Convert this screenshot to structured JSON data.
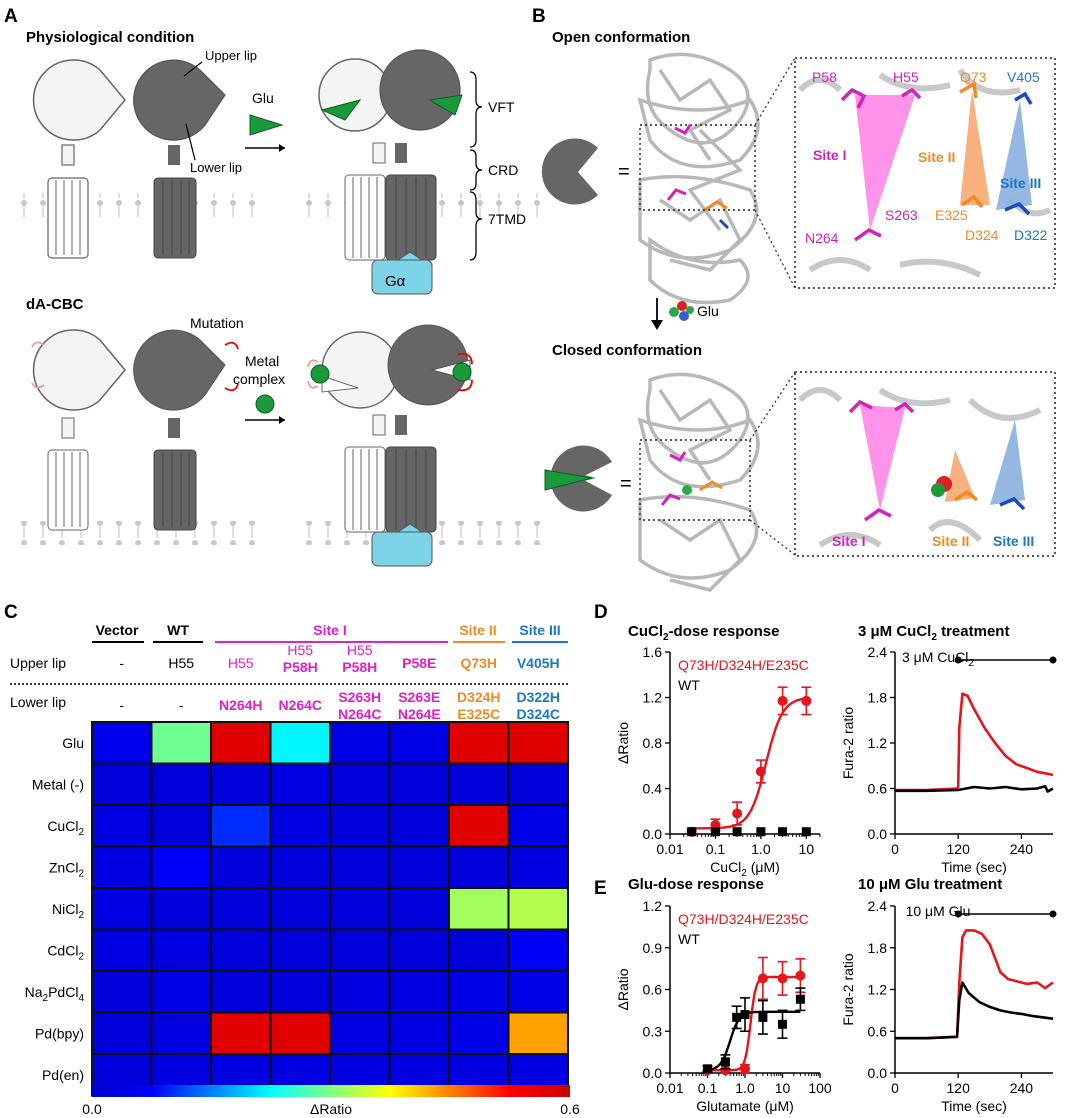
{
  "panels": {
    "a": "A",
    "b": "B",
    "c": "C",
    "d": "D",
    "e": "E"
  },
  "panel_a": {
    "physiological_title": "Physiological condition",
    "upper_lip": "Upper lip",
    "lower_lip": "Lower lip",
    "glu": "Glu",
    "vft": "VFT",
    "crd": "CRD",
    "tmd": "7TMD",
    "g_alpha": "Gα",
    "dacbc_title": "dA-CBC",
    "mutation": "Mutation",
    "metal_complex_1": "Metal",
    "metal_complex_2": "complex"
  },
  "panel_b": {
    "open_title": "Open conformation",
    "closed_title": "Closed conformation",
    "glu": "Glu",
    "equals": "=",
    "residues": {
      "p58": "P58",
      "h55": "H55",
      "q73": "Q73",
      "v405": "V405",
      "n264": "N264",
      "s263": "S263",
      "e325": "E325",
      "d324": "D324",
      "d322": "D322"
    },
    "site1": "Site I",
    "site2": "Site II",
    "site3": "Site III"
  },
  "panel_c": {
    "row_label_upper": "Upper lip",
    "row_label_lower": "Lower lip",
    "groups": {
      "vector": "Vector",
      "wt": "WT",
      "site1": "Site I",
      "site2": "Site II",
      "site3": "Site III"
    },
    "colors": {
      "site1": "#e020c8",
      "site2": "#f08a24",
      "site3": "#1a78c8",
      "black": "#000000"
    },
    "columns": [
      {
        "upper1": "-",
        "upper2": "",
        "lower1": "-",
        "lower2": ""
      },
      {
        "upper1": "H55",
        "upper2": "",
        "lower1": "-",
        "lower2": ""
      },
      {
        "upper1": "H55",
        "upper2": "",
        "lower1": "N264H",
        "lower2": ""
      },
      {
        "upper1": "H55",
        "upper2": "P58H",
        "lower1": "N264C",
        "lower2": ""
      },
      {
        "upper1": "H55",
        "upper2": "P58H",
        "lower1": "S263H",
        "lower2": "N264C"
      },
      {
        "upper1": "P58E",
        "upper2": "",
        "lower1": "S263E",
        "lower2": "N264E"
      },
      {
        "upper1": "Q73H",
        "upper2": "",
        "lower1": "D324H",
        "lower2": "E325C"
      },
      {
        "upper1": "V405H",
        "upper2": "",
        "lower1": "D322H",
        "lower2": "D324C"
      }
    ],
    "rows": [
      {
        "name": "Glu",
        "sub": ""
      },
      {
        "name": "Metal (-)",
        "sub": ""
      },
      {
        "name": "CuCl",
        "sub": "2"
      },
      {
        "name": "ZnCl",
        "sub": "2"
      },
      {
        "name": "NiCl",
        "sub": "2"
      },
      {
        "name": "CdCl",
        "sub": "2"
      },
      {
        "name": "Na",
        "sub": "2",
        "tail": "PdCl",
        "sub2": "4"
      },
      {
        "name": "Pd(bpy)",
        "sub": ""
      },
      {
        "name": "Pd(en)",
        "sub": ""
      }
    ],
    "values": [
      [
        0.05,
        0.29,
        0.57,
        0.22,
        0.04,
        0.04,
        0.57,
        0.57
      ],
      [
        0.02,
        0.02,
        0.02,
        0.03,
        0.02,
        0.02,
        0.02,
        0.02
      ],
      [
        0.03,
        0.02,
        0.1,
        0.03,
        0.02,
        0.02,
        0.57,
        0.04
      ],
      [
        0.03,
        0.07,
        0.02,
        0.02,
        0.02,
        0.02,
        0.02,
        0.03
      ],
      [
        0.03,
        0.02,
        0.02,
        0.02,
        0.02,
        0.02,
        0.32,
        0.33
      ],
      [
        0.03,
        0.03,
        0.02,
        0.02,
        0.02,
        0.02,
        0.02,
        0.06
      ],
      [
        0.02,
        0.04,
        0.02,
        0.02,
        0.03,
        0.03,
        0.04,
        0.04
      ],
      [
        0.02,
        0.03,
        0.57,
        0.57,
        0.03,
        0.03,
        0.04,
        0.43
      ],
      [
        0.02,
        0.03,
        0.03,
        0.03,
        0.03,
        0.03,
        0.03,
        0.03
      ]
    ],
    "colorbar": {
      "min": "0.0",
      "max": "0.6",
      "label": "ΔRatio",
      "vmin": 0,
      "vmax": 0.6
    }
  },
  "panel_d": {
    "left_title": "CuCl",
    "left_title_sub": "2",
    "left_title_tail": "-dose response",
    "right_title": "3 μM CuCl",
    "right_title_sub": "2",
    "right_title_tail": " treatment",
    "treatment_label": "3 μM CuCl",
    "treatment_label_sub": "2"
  },
  "panel_e": {
    "left_title": "Glu-dose response",
    "right_title": "10 μM Glu treatment",
    "treatment_label": "10 μM Glu"
  },
  "chart_data": [
    {
      "id": "d-dose",
      "type": "scatter",
      "title": "CuCl2-dose response",
      "xlabel": "CuCl2 (μM)",
      "ylabel": "ΔRatio",
      "xscale": "log",
      "xlim": [
        0.01,
        20
      ],
      "ylim": [
        0,
        1.6
      ],
      "xticks": [
        "0.01",
        "0.1",
        "1.0",
        "10"
      ],
      "yticks": [
        "0.0",
        "0.4",
        "0.8",
        "1.2",
        "1.6"
      ],
      "series": [
        {
          "name": "Q73H/D324H/E235C",
          "color": "#e8141c",
          "marker": "circle",
          "x": [
            0.03,
            0.1,
            0.3,
            1.0,
            3.0,
            10.0
          ],
          "y": [
            0.02,
            0.08,
            0.18,
            0.55,
            1.17,
            1.17
          ],
          "err": [
            0.02,
            0.05,
            0.1,
            0.1,
            0.12,
            0.12
          ],
          "fit": {
            "bottom": 0.05,
            "top": 1.2,
            "ec50": 1.3,
            "hill": 2.4
          }
        },
        {
          "name": "WT",
          "color": "#000000",
          "marker": "square",
          "x": [
            0.03,
            0.1,
            0.3,
            1.0,
            3.0,
            10.0
          ],
          "y": [
            0.02,
            0.02,
            0.02,
            0.02,
            0.02,
            0.02
          ],
          "err": [
            0,
            0,
            0,
            0,
            0,
            0
          ]
        }
      ]
    },
    {
      "id": "d-trace",
      "type": "line",
      "title": "3 μM CuCl2 treatment",
      "xlabel": "Time (sec)",
      "ylabel": "Fura-2 ratio",
      "xlim": [
        0,
        300
      ],
      "ylim": [
        0,
        2.4
      ],
      "xticks": [
        "0",
        "120",
        "240"
      ],
      "yticks": [
        "0.0",
        "0.6",
        "1.2",
        "1.8",
        "2.4"
      ],
      "treatment": [
        120,
        300
      ],
      "series": [
        {
          "name": "Q73H/D324H/E235C",
          "color": "#e8141c",
          "x": [
            0,
            60,
            118,
            120,
            122,
            128,
            138,
            150,
            170,
            190,
            210,
            230,
            250,
            270,
            285,
            300
          ],
          "y": [
            0.58,
            0.58,
            0.6,
            0.62,
            1.4,
            1.85,
            1.82,
            1.65,
            1.4,
            1.2,
            1.03,
            0.92,
            0.87,
            0.82,
            0.8,
            0.78
          ]
        },
        {
          "name": "WT",
          "color": "#000000",
          "x": [
            0,
            60,
            120,
            150,
            180,
            210,
            240,
            270,
            285,
            290,
            300
          ],
          "y": [
            0.57,
            0.57,
            0.58,
            0.62,
            0.6,
            0.62,
            0.59,
            0.6,
            0.63,
            0.56,
            0.6
          ]
        }
      ]
    },
    {
      "id": "e-dose",
      "type": "scatter",
      "title": "Glu-dose response",
      "xlabel": "Glutamate (μM)",
      "ylabel": "ΔRatio",
      "xscale": "log",
      "xlim": [
        0.01,
        100
      ],
      "ylim": [
        0,
        1.2
      ],
      "xticks": [
        "0.01",
        "0.1",
        "1.0",
        "10",
        "100"
      ],
      "yticks": [
        "0.0",
        "0.3",
        "0.6",
        "0.9",
        "1.2"
      ],
      "series": [
        {
          "name": "Q73H/D324H/E235C",
          "color": "#e8141c",
          "marker": "circle",
          "x": [
            0.1,
            0.3,
            1.0,
            3.0,
            10.0,
            30.0
          ],
          "y": [
            0.02,
            0.02,
            0.03,
            0.68,
            0.68,
            0.7
          ],
          "err": [
            0,
            0,
            0.03,
            0.15,
            0.12,
            0.12
          ],
          "fit": {
            "bottom": 0.02,
            "top": 0.69,
            "ec50": 1.4,
            "hill": 6
          }
        },
        {
          "name": "WT",
          "color": "#000000",
          "marker": "square",
          "x": [
            0.1,
            0.3,
            0.6,
            1.0,
            3.0,
            10.0,
            30.0
          ],
          "y": [
            0.03,
            0.08,
            0.4,
            0.42,
            0.4,
            0.35,
            0.53
          ],
          "err": [
            0.02,
            0.05,
            0.08,
            0.12,
            0.12,
            0.1,
            0.08
          ],
          "fit": {
            "bottom": 0.02,
            "top": 0.44,
            "ec50": 0.4,
            "hill": 3.5
          }
        }
      ]
    },
    {
      "id": "e-trace",
      "type": "line",
      "title": "10 μM Glu treatment",
      "xlabel": "Time (sec)",
      "ylabel": "Fura-2 ratio",
      "xlim": [
        0,
        300
      ],
      "ylim": [
        0,
        2.4
      ],
      "xticks": [
        "0",
        "120",
        "240"
      ],
      "yticks": [
        "0.0",
        "0.6",
        "1.2",
        "1.8",
        "2.4"
      ],
      "treatment": [
        120,
        300
      ],
      "series": [
        {
          "name": "Q73H/D324H/E235C",
          "color": "#e8141c",
          "x": [
            0,
            60,
            118,
            122,
            128,
            135,
            150,
            165,
            180,
            190,
            200,
            215,
            230,
            250,
            270,
            285,
            300
          ],
          "y": [
            0.5,
            0.5,
            0.52,
            1.3,
            1.95,
            2.05,
            2.05,
            2.0,
            1.85,
            1.65,
            1.45,
            1.35,
            1.32,
            1.28,
            1.3,
            1.22,
            1.3
          ]
        },
        {
          "name": "WT",
          "color": "#000000",
          "x": [
            0,
            60,
            118,
            122,
            128,
            140,
            160,
            180,
            200,
            220,
            240,
            260,
            280,
            300
          ],
          "y": [
            0.5,
            0.5,
            0.52,
            1.05,
            1.3,
            1.15,
            1.02,
            0.95,
            0.9,
            0.87,
            0.85,
            0.82,
            0.8,
            0.78
          ]
        }
      ]
    }
  ]
}
